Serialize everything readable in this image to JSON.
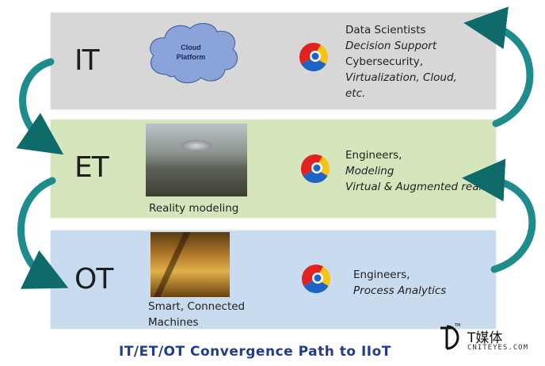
{
  "colors": {
    "it_band": "#d7d7d7",
    "et_band": "#d5e6bd",
    "ot_band": "#c9dcef",
    "arrow": "#1e8c8c",
    "arrow_edge": "#0f6a6a",
    "cloud_fill": "#8aa3d8",
    "cloud_edge": "#4a63a8",
    "title": "#1f3d8a",
    "logo_red": "#e1231f",
    "logo_yellow": "#f7c415",
    "logo_blue": "#1f64c4"
  },
  "layers": [
    {
      "code": "IT",
      "visual_label": "Cloud Platform",
      "icon": "google-chrome-like-logo",
      "description": [
        {
          "text": "Data Scientists",
          "italic": false
        },
        {
          "text": "Decision Support",
          "italic": true
        },
        {
          "text": "Cybersecurity,",
          "italic": false
        },
        {
          "text": "Virtualization, Cloud,",
          "italic": true
        },
        {
          "text": "etc.",
          "italic": true
        }
      ]
    },
    {
      "code": "ET",
      "visual_label": "Reality modeling",
      "icon": "google-chrome-like-logo",
      "description": [
        {
          "text": "Engineers,",
          "italic": false
        },
        {
          "text": "Modeling",
          "italic": true
        },
        {
          "text": "Virtual & Augmented reality",
          "italic": true
        }
      ]
    },
    {
      "code": "OT",
      "visual_label_lines": [
        "Smart, Connected",
        "Machines"
      ],
      "icon": "google-chrome-like-logo",
      "description": [
        {
          "text": "Engineers,",
          "italic": false
        },
        {
          "text": "Process Analytics",
          "italic": true
        }
      ]
    }
  ],
  "footer": {
    "title": "IT/ET/OT Convergence Path to IIoT"
  },
  "watermark": {
    "brand": "T媒体",
    "url": "CNITEYES.COM",
    "tm": "TM"
  }
}
